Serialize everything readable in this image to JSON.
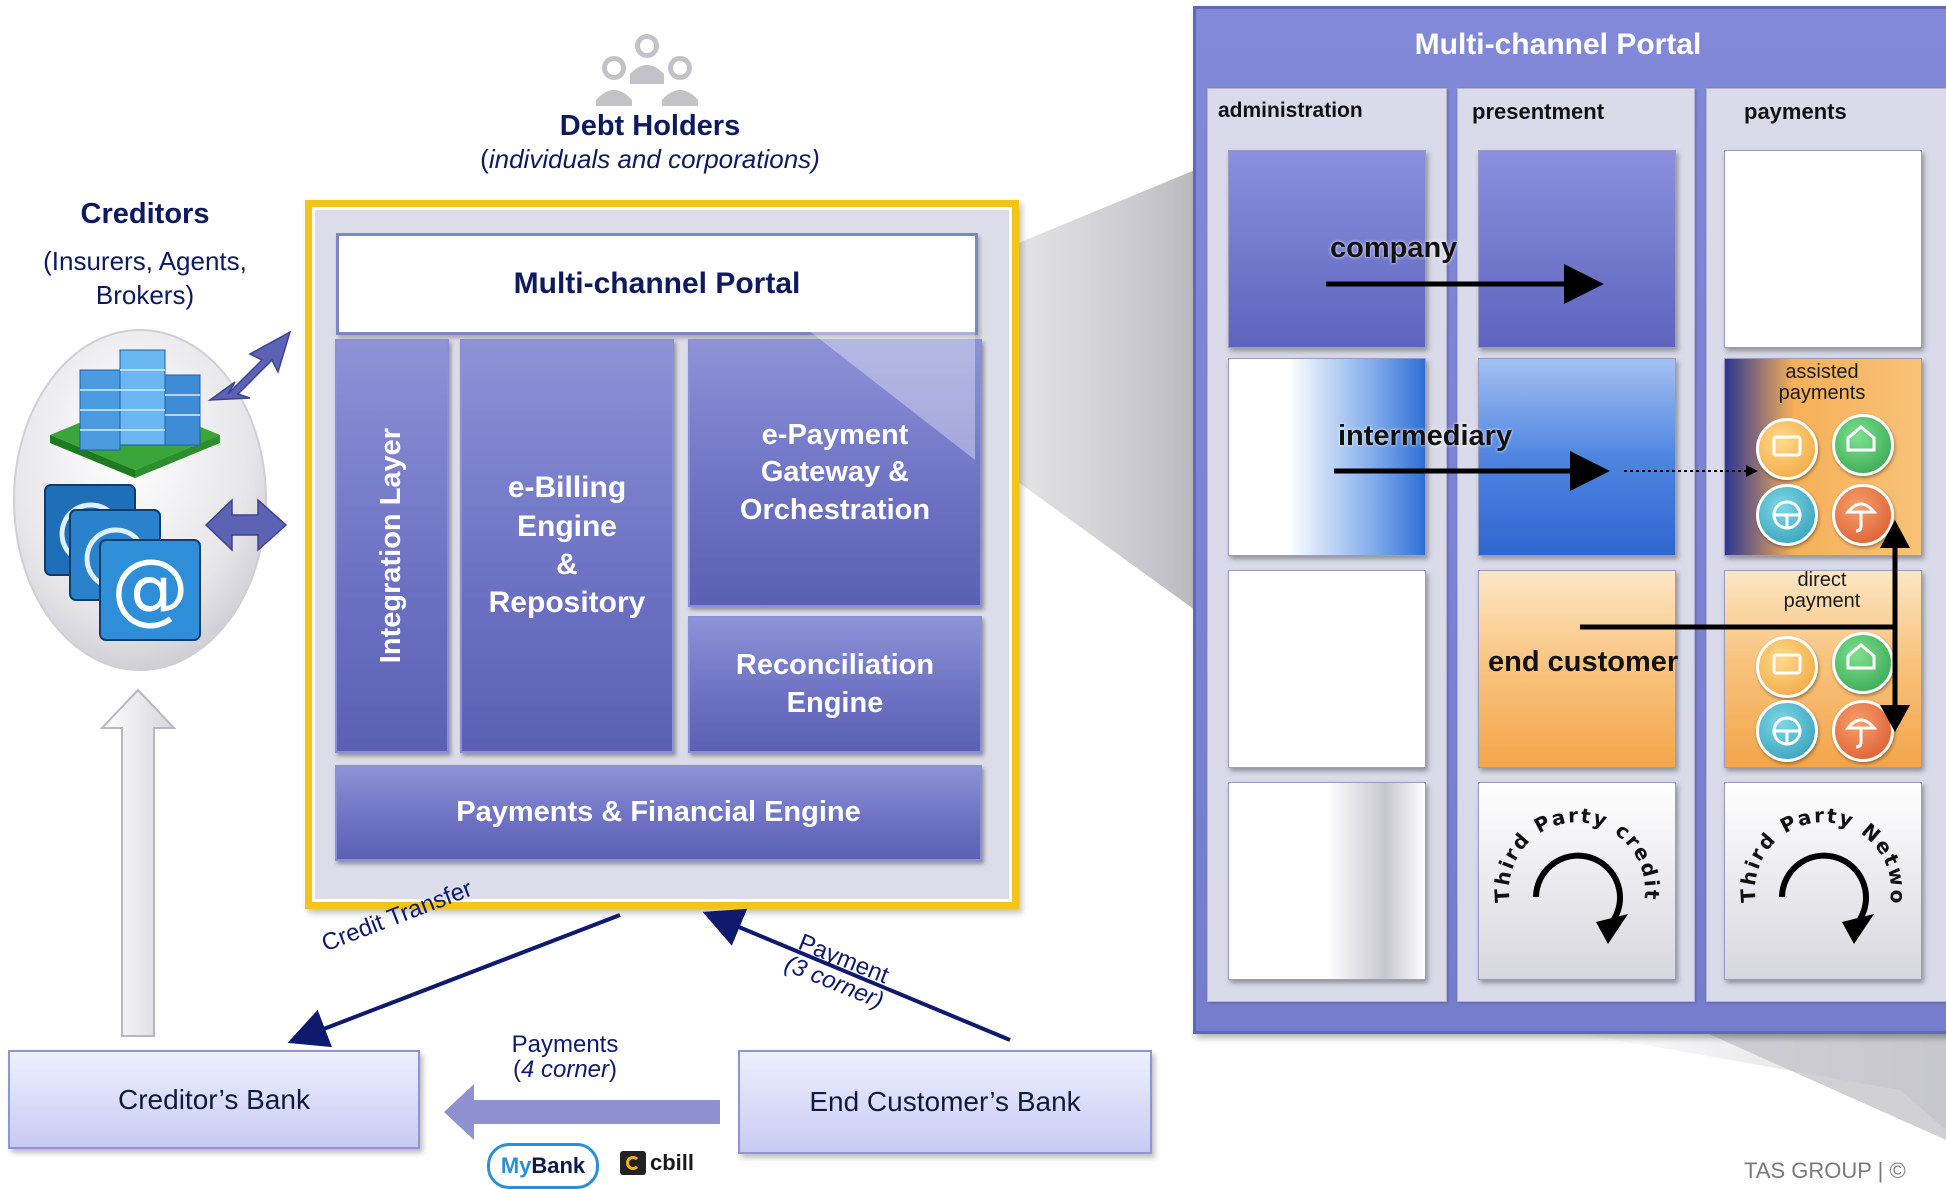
{
  "debt_holders": {
    "title": "Debt Holders",
    "subtitle_open": "(",
    "subtitle_text": "individuals and corporations)"
  },
  "creditors": {
    "title": "Creditors",
    "line1": "(Insurers, Agents,",
    "line2": "Brokers)"
  },
  "platform": {
    "portal": "Multi-channel Portal",
    "integration": "Integration Layer",
    "ebilling": [
      "e-Billing",
      "Engine",
      "&",
      "Repository"
    ],
    "epayment": [
      "e-Payment",
      "Gateway &",
      "Orchestration"
    ],
    "reconciliation": [
      "Reconciliation",
      "Engine"
    ],
    "payments_engine": "Payments & Financial Engine"
  },
  "flows": {
    "credit_transfer": "Credit Transfer",
    "payment_3": "Payment",
    "payment_3_sub": "(3 corner)",
    "payments_4": "Payments",
    "payments_4_open": "(",
    "payments_4_sub": "4 corner",
    "payments_4_close": ")"
  },
  "banks": {
    "creditor": "Creditor’s Bank",
    "end_customer": "End Customer’s Bank"
  },
  "logos": {
    "mybank_my": "My",
    "mybank_bank": "Bank",
    "cbill": "cbill"
  },
  "zoom": {
    "title": "Multi-channel Portal",
    "columns": [
      "administration",
      "presentment",
      "payments"
    ],
    "rows": {
      "company": "company",
      "intermediary": "intermediary",
      "end_customer": "end customer"
    },
    "assisted": [
      "assisted",
      "payments"
    ],
    "direct": [
      "direct",
      "payment"
    ],
    "third_party_creditor": "Third Party creditor",
    "third_party_network": "Third Party Network"
  },
  "footer": "TAS GROUP | ©",
  "colors": {
    "navy": "#0d1a5e",
    "engine_blue": "#6e73c4",
    "panel_blue": "#7b82d4",
    "gold": "#f1c21b",
    "orange": "#f5a44a"
  }
}
